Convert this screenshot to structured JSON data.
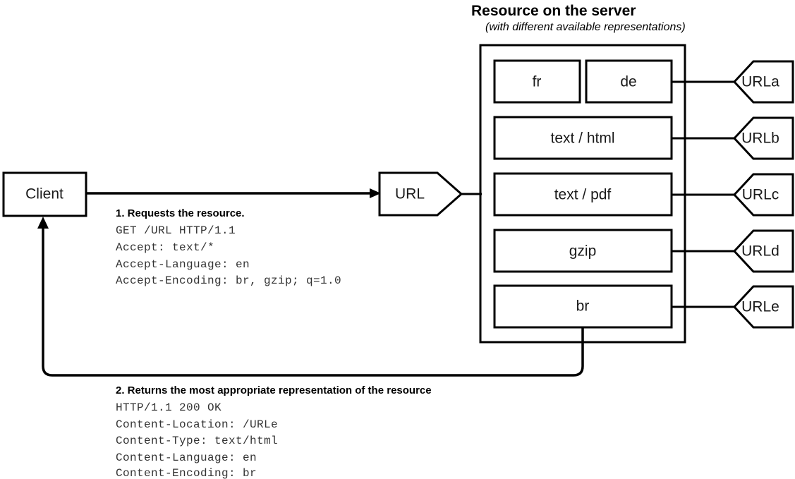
{
  "server": {
    "title": "Resource on the server",
    "subtitle": "(with different available representations)",
    "representations": [
      {
        "label": "fr"
      },
      {
        "label": "de"
      },
      {
        "label": "text / html"
      },
      {
        "label": "text / pdf"
      },
      {
        "label": "gzip"
      },
      {
        "label": "br"
      }
    ]
  },
  "client": {
    "label": "Client"
  },
  "request_node": {
    "label": "URL"
  },
  "urls": [
    {
      "label": "URLa"
    },
    {
      "label": "URLb"
    },
    {
      "label": "URLc"
    },
    {
      "label": "URLd"
    },
    {
      "label": "URLe"
    }
  ],
  "step1": {
    "title": "1. Requests the resource.",
    "lines": [
      "GET /URL HTTP/1.1",
      "Accept: text/*",
      "Accept-Language: en",
      "Accept-Encoding: br, gzip; q=1.0"
    ]
  },
  "step2": {
    "title": "2. Returns the most appropriate representation of the resource",
    "lines": [
      "HTTP/1.1 200 OK",
      "Content-Location: /URLe",
      "Content-Type: text/html",
      "Content-Language: en",
      "Content-Encoding: br"
    ]
  },
  "colors": {
    "stroke": "#000000",
    "fill": "#ffffff",
    "mono_text": "#333333",
    "label_text": "#1a1a1a"
  }
}
